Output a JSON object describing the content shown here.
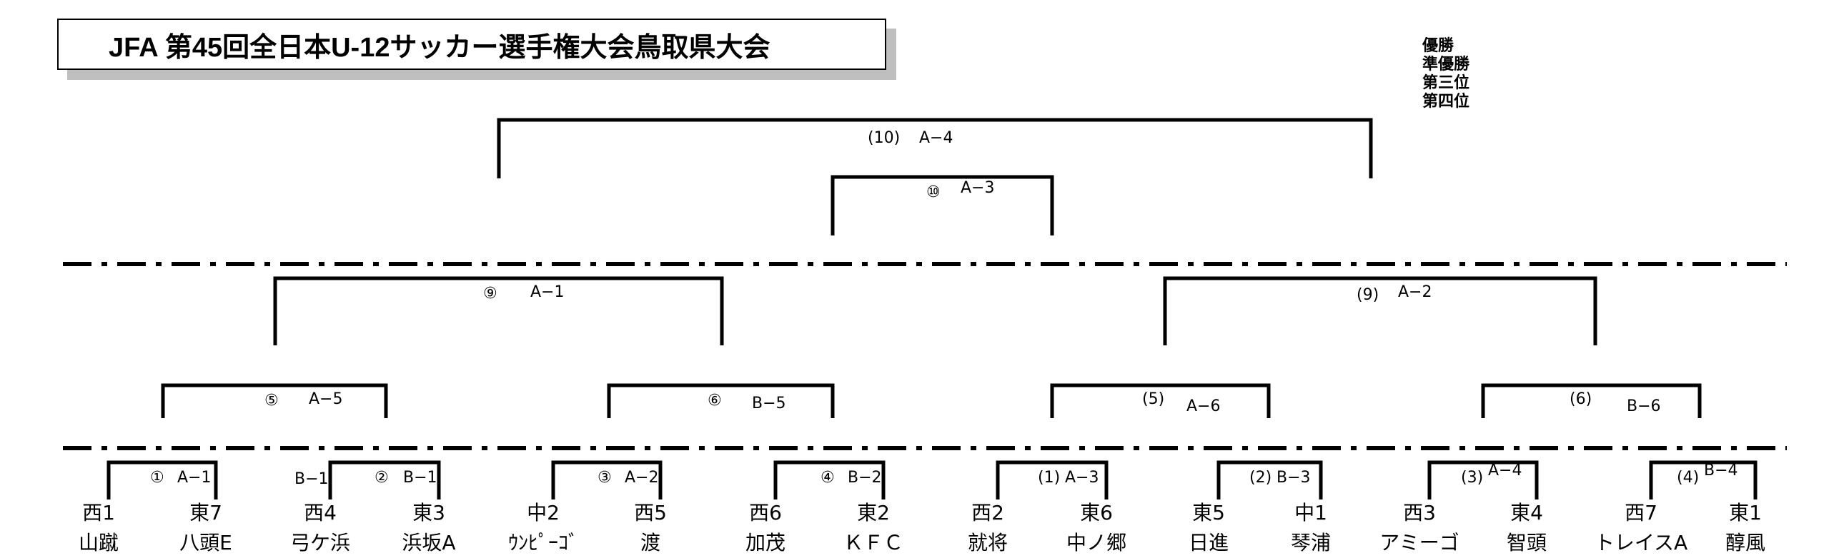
{
  "title": "JFA 第45回全日本U-12サッカー選手権大会鳥取県大会",
  "legend": [
    "優勝",
    "準優勝",
    "第三位",
    "第四位"
  ],
  "matches": {
    "m1_left": "①",
    "m1_left_code": "A−1",
    "m2_left": "②",
    "m2_left_code": "B−1",
    "m2_left_pre": "B−1",
    "m3_left": "③",
    "m3_left_code": "A−2",
    "m4_left": "④",
    "m4_left_code": "B−2",
    "m1_right": "(1)",
    "m1_right_code": "A−3",
    "m2_right": "(2)",
    "m2_right_code": "B−3",
    "m3_right": "(3)",
    "m3_right_code": "A−4",
    "m4_right": "(4)",
    "m4_right_code": "B−4",
    "m5_left": "⑤",
    "m5_left_code": "A−5",
    "m6_left": "⑥",
    "m6_left_code": "B−5",
    "m5_right": "(5)",
    "m5_right_code": "A−6",
    "m6_right": "(6)",
    "m6_right_code": "B−6",
    "m9_left": "⑨",
    "m9_left_code": "A−1",
    "m9_right": "(9)",
    "m9_right_code": "A−2",
    "m10_left": "⑩",
    "m10_left_code": "A−3",
    "m10_right": "(10)",
    "m10_right_code": "A−4"
  },
  "teams": [
    {
      "seed": "西1",
      "name": "山蹴"
    },
    {
      "seed": "東7",
      "name": "八頭E"
    },
    {
      "seed": "西4",
      "name": "弓ケ浜"
    },
    {
      "seed": "東3",
      "name": "浜坂A"
    },
    {
      "seed": "中2",
      "name": "ｳﾝﾋﾟｰｺﾞ"
    },
    {
      "seed": "西5",
      "name": "渡"
    },
    {
      "seed": "西6",
      "name": "加茂"
    },
    {
      "seed": "東2",
      "name": "ＫＦＣ"
    },
    {
      "seed": "西2",
      "name": "就将"
    },
    {
      "seed": "東6",
      "name": "中ノ郷"
    },
    {
      "seed": "東5",
      "name": "日進"
    },
    {
      "seed": "中1",
      "name": "琴浦"
    },
    {
      "seed": "西3",
      "name": "アミーゴ"
    },
    {
      "seed": "東4",
      "name": "智頭"
    },
    {
      "seed": "西7",
      "name": "トレイスA"
    },
    {
      "seed": "東1",
      "name": "醇風"
    }
  ]
}
